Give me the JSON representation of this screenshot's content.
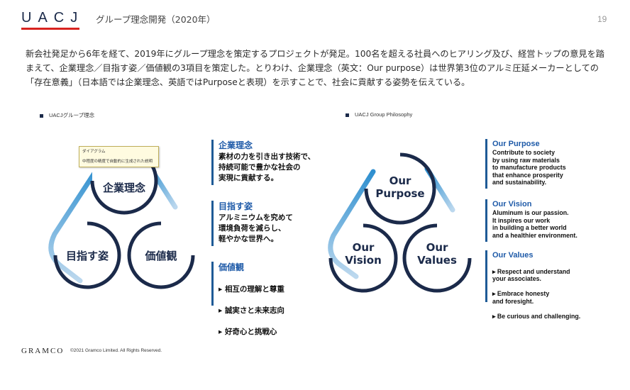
{
  "header": {
    "logo": "UACJ",
    "title": "グループ理念開発（2020年）",
    "page_number": "19"
  },
  "intro": "新会社発足から6年を経て、2019年にグループ理念を策定するプロジェクトが発足。100名を超える社員へのヒアリング及び、経営トップの意見を踏まえて、企業理念／目指す姿／価値観の3項目を策定した。とりわけ、企業理念（英文：Our purpose）は世界第3位のアルミ圧延メーカーとしての「存在意義」（日本語では企業理念、英語ではPurposeと表現）を示すことで、社会に貢献する姿勢を伝えている。",
  "jp": {
    "section_label": "UACJグループ理念",
    "diagram": {
      "top": "企業理念",
      "left": "目指す姿",
      "right": "価値観"
    },
    "tooltip": {
      "line1": "ダイアグラム",
      "line2": "中程度の精度で自動的に生成された説明"
    },
    "pillars": [
      {
        "title": "企業理念",
        "body": "素材の力を引き出す技術で、\n持続可能で豊かな社会の\n実現に貢献する。"
      },
      {
        "title": "目指す姿",
        "body": "アルミニウムを究めて\n環境負荷を減らし、\n軽やかな世界へ。"
      },
      {
        "title": "価値観",
        "bullets": [
          "相互の理解と尊重",
          "誠実さと未来志向",
          "好奇心と挑戦心"
        ]
      }
    ]
  },
  "en": {
    "section_label": "UACJ Group Philosophy",
    "diagram": {
      "top_line1": "Our",
      "top_line2": "Purpose",
      "left_line1": "Our",
      "left_line2": "Vision",
      "right_line1": "Our",
      "right_line2": "Values"
    },
    "pillars": [
      {
        "title": "Our Purpose",
        "body": "Contribute to society\nby using raw materials\nto manufacture products\nthat enhance prosperity\nand sustainability."
      },
      {
        "title": "Our Vision",
        "body": "Aluminum is our passion.\nIt inspires our work\nin building a better world\nand a healthier environment."
      },
      {
        "title": "Our Values",
        "bullets": [
          "Respect and understand\nyour associates.",
          "Embrace honesty\nand foresight.",
          "Be curious and challenging."
        ]
      }
    ]
  },
  "footer": {
    "logo": "GRAMCO",
    "copyright": "©2021 Gramco Limited. All Rights Reserved."
  },
  "colors": {
    "brand_navy": "#1b2a4a",
    "accent_red": "#d8231f",
    "accent_blue": "#1e5aa8",
    "ring_light_blue": "#2e8fcf"
  }
}
